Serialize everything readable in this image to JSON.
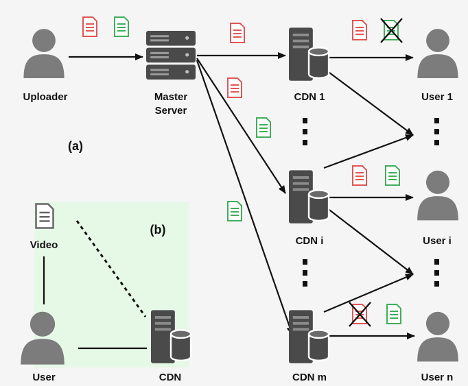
{
  "colors": {
    "background": "#f5f5f5",
    "panel_b": "#e6f8e6",
    "person": "#7c7c7c",
    "server": "#4a4a4a",
    "doc_red": "#e15555",
    "doc_green": "#3fae5a",
    "doc_gray": "#666666",
    "line": "#111111"
  },
  "panel_a": {
    "tag": "(a)",
    "uploader": "Uploader",
    "master_server": {
      "line1": "Master",
      "line2": "Server"
    },
    "cdns": [
      "CDN 1",
      "CDN i",
      "CDN m"
    ],
    "users": [
      "User 1",
      "User i",
      "User n"
    ]
  },
  "panel_b": {
    "tag": "(b)",
    "video": "Video",
    "user": "User",
    "cdn": "CDN"
  },
  "icons": {
    "person": "person-icon",
    "server_rack": "server-rack-icon",
    "cdn_node": "cdn-server-icon",
    "document": "document-icon",
    "crossed_document": "crossed-document-icon",
    "video_file": "video-file-icon",
    "vertical_ellipsis": "vertical-ellipsis-icon"
  }
}
